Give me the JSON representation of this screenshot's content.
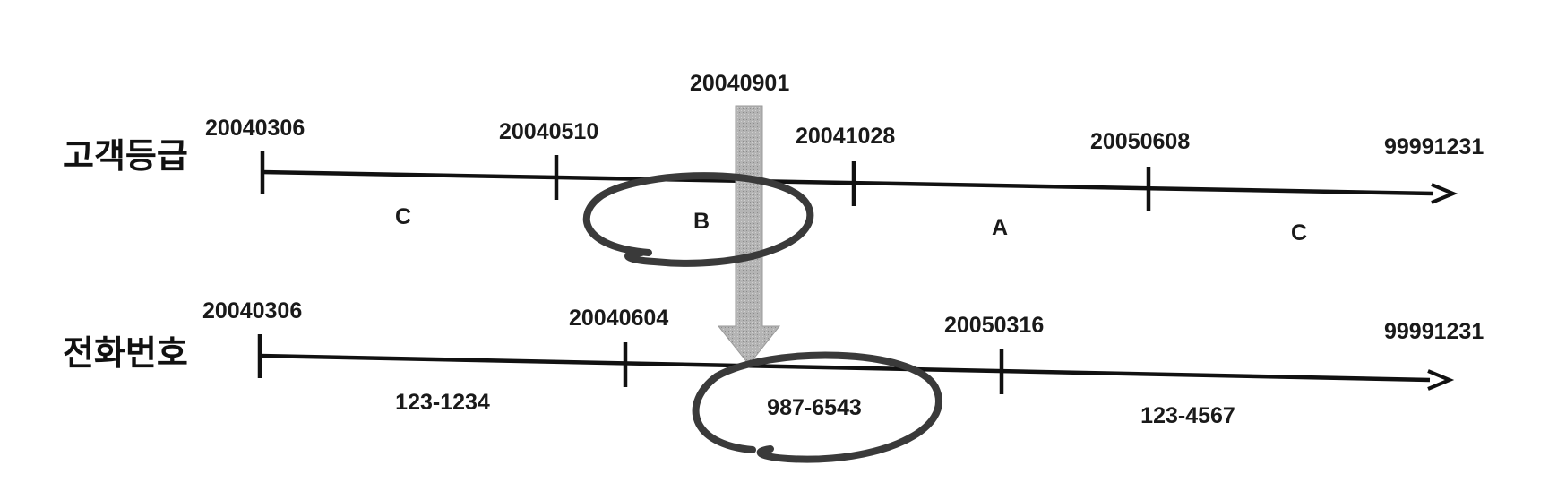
{
  "query_date": "20040901",
  "timelines": [
    {
      "label": "고객등급",
      "dates": [
        "20040306",
        "20040510",
        "20041028",
        "20050608",
        "99991231"
      ],
      "segments": [
        "C",
        "B",
        "A",
        "C"
      ],
      "highlight_index": 1
    },
    {
      "label": "전화번호",
      "dates": [
        "20040306",
        "20040604",
        "20050316",
        "99991231"
      ],
      "segments": [
        "123-1234",
        "987-6543",
        "123-4567"
      ],
      "highlight_index": 1
    }
  ],
  "colors": {
    "line": "#111111",
    "arrow_fill": "#a8a8a8",
    "loop": "#3a3a3a"
  }
}
